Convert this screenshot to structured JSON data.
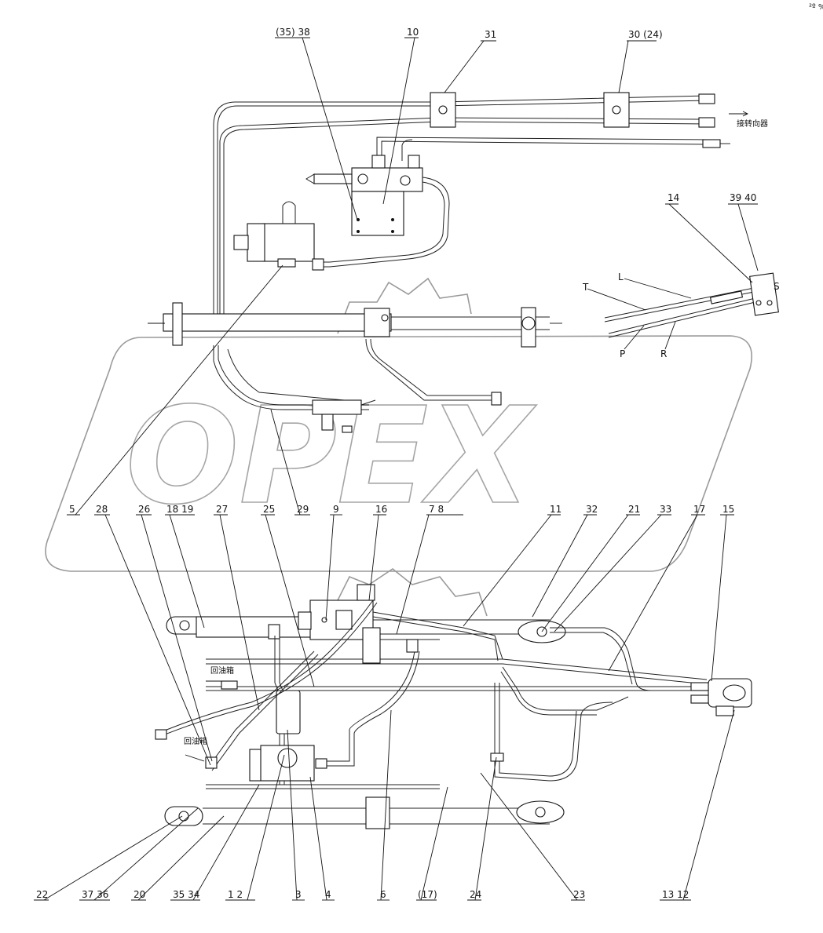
{
  "corner_mark": "²º ‰",
  "annotations": {
    "to_steering": "接转向器",
    "return_tank_upper": "回油箱",
    "return_tank_lower": "回油箱"
  },
  "port_letters": {
    "L": "L",
    "T": "T",
    "S": "S",
    "P": "P",
    "R": "R"
  },
  "watermark": {
    "text": "OPEX",
    "color": "#9a9a9a"
  },
  "callouts": {
    "top": [
      {
        "id": "c35-38",
        "text": "(35)  38"
      },
      {
        "id": "c10",
        "text": "10"
      },
      {
        "id": "c31",
        "text": "31"
      },
      {
        "id": "c30-24",
        "text": "30 (24)"
      },
      {
        "id": "c14",
        "text": "14"
      },
      {
        "id": "c39-40",
        "text": "39  40"
      }
    ],
    "middle": [
      {
        "id": "c5",
        "text": "5"
      },
      {
        "id": "c28",
        "text": "28"
      },
      {
        "id": "c26",
        "text": "26"
      },
      {
        "id": "c18-19",
        "text": "18  19"
      },
      {
        "id": "c27",
        "text": "27"
      },
      {
        "id": "c25",
        "text": "25"
      },
      {
        "id": "c29",
        "text": "29"
      },
      {
        "id": "c9",
        "text": "9"
      },
      {
        "id": "c16",
        "text": "16"
      },
      {
        "id": "c7-8",
        "text": "7  8"
      },
      {
        "id": "c11",
        "text": "11"
      },
      {
        "id": "c32",
        "text": "32"
      },
      {
        "id": "c21",
        "text": "21"
      },
      {
        "id": "c33",
        "text": "33"
      },
      {
        "id": "c17",
        "text": "17"
      },
      {
        "id": "c15",
        "text": "15"
      }
    ],
    "bottom": [
      {
        "id": "c22",
        "text": "22"
      },
      {
        "id": "c37-36",
        "text": "37  36"
      },
      {
        "id": "c20",
        "text": "20"
      },
      {
        "id": "c35-34",
        "text": "35  34"
      },
      {
        "id": "c1-2",
        "text": "1   2"
      },
      {
        "id": "c3",
        "text": "3"
      },
      {
        "id": "c4",
        "text": "4"
      },
      {
        "id": "c6",
        "text": "6"
      },
      {
        "id": "c17b",
        "text": "(17)"
      },
      {
        "id": "c24",
        "text": "24"
      },
      {
        "id": "c23",
        "text": "23"
      },
      {
        "id": "c13-12",
        "text": "13  12"
      }
    ]
  }
}
